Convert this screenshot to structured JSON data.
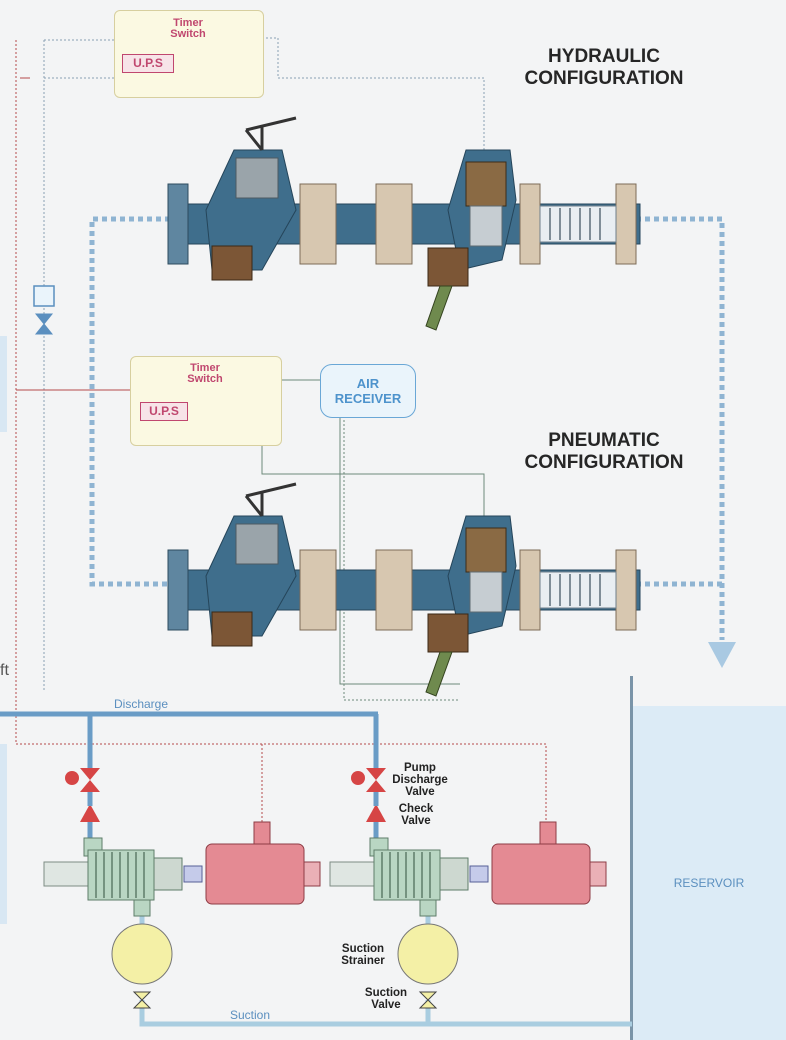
{
  "titles": {
    "hydraulic": "HYDRAULIC\nCONFIGURATION",
    "pneumatic": "PNEUMATIC\nCONFIGURATION"
  },
  "controls": {
    "hydraulic": {
      "timer_label": "Timer\nSwitch",
      "ups_label": "U.P.S"
    },
    "pneumatic": {
      "timer_label": "Timer\nSwitch",
      "ups_label": "U.P.S",
      "air_receiver_label": "AIR\nRECEIVER"
    }
  },
  "lines": {
    "discharge": "Discharge",
    "suction": "Suction"
  },
  "components": {
    "pump_discharge_valve": "Pump\nDischarge\nValve",
    "check_valve": "Check\nValve",
    "suction_strainer": "Suction\nStrainer",
    "suction_valve": "Suction\nValve",
    "reservoir": "RESERVOIR"
  },
  "partial_text": "ft",
  "colors": {
    "pipe_blue": "#3f6e8c",
    "line_blue": "#6a9cc6",
    "motor_red": "#e48a93",
    "pump_green": "#b9d6c3",
    "strainer_yellow": "#f4f0a6",
    "signal_red": "#b54a4a",
    "valve_red": "#d64545"
  }
}
